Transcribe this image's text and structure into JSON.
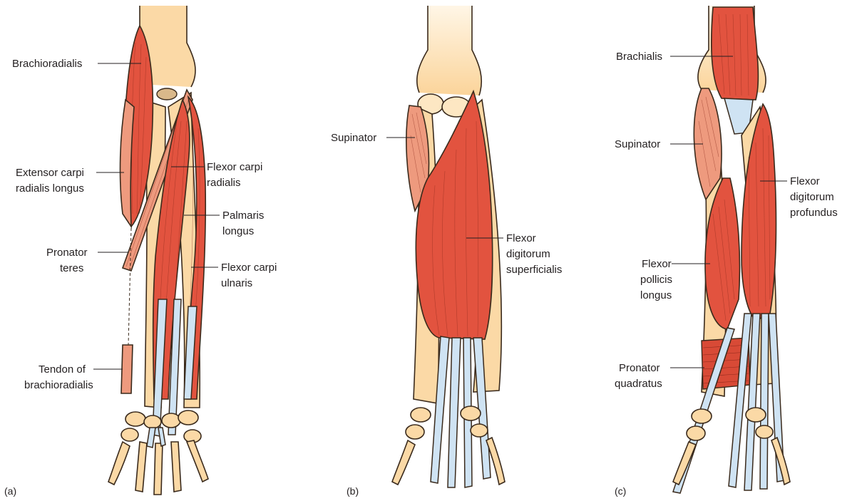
{
  "panels": {
    "a": {
      "tag": "(a)",
      "labels": {
        "brachioradialis": "Brachioradialis",
        "ecrl_1": "Extensor carpi",
        "ecrl_2": "radialis longus",
        "pronator_1": "Pronator",
        "pronator_2": "teres",
        "tendon_1": "Tendon of",
        "tendon_2": "brachioradialis",
        "fcr_1": "Flexor carpi",
        "fcr_2": "radialis",
        "pl_1": "Palmaris",
        "pl_2": "longus",
        "fcu_1": "Flexor carpi",
        "fcu_2": "ulnaris"
      }
    },
    "b": {
      "tag": "(b)",
      "labels": {
        "supinator": "Supinator",
        "fds_1": "Flexor",
        "fds_2": "digitorum",
        "fds_3": "superficialis"
      }
    },
    "c": {
      "tag": "(c)",
      "labels": {
        "brachialis": "Brachialis",
        "supinator": "Supinator",
        "fpl_1": "Flexor",
        "fpl_2": "pollicis",
        "fpl_3": "longus",
        "pq_1": "Pronator",
        "pq_2": "quadratus",
        "fdp_1": "Flexor",
        "fdp_2": "digitorum",
        "fdp_3": "profundus"
      }
    }
  },
  "colors": {
    "bone": "#fbd9a6",
    "muscle": "#e2533f",
    "tendon": "#cfe3f3",
    "outline": "#3a2a1c"
  }
}
